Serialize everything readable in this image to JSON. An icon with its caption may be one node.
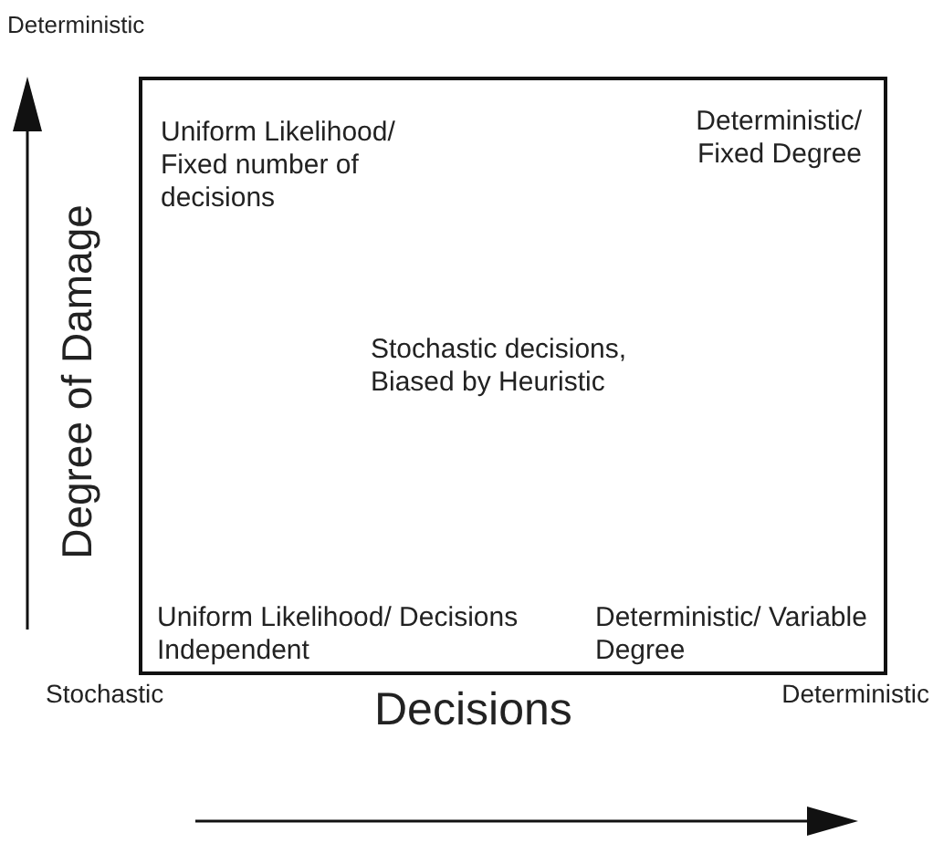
{
  "diagram": {
    "nodes": [
      {
        "text": [
          "Uniform Likelihood/ Fixed number of decisions",
          "Deterministic/ Fixed Degree",
          "Stochastic decisions, Biased by Heuristic",
          "Uniform Likelihood/ Decisions Independent",
          "Deterministic/ Variable Degree"
        ]
      }
    ],
    "labels": [
      "Deterministic",
      "Degree of Damage",
      "Stochastic",
      "Decisions",
      "Deterministic"
    ]
  }
}
